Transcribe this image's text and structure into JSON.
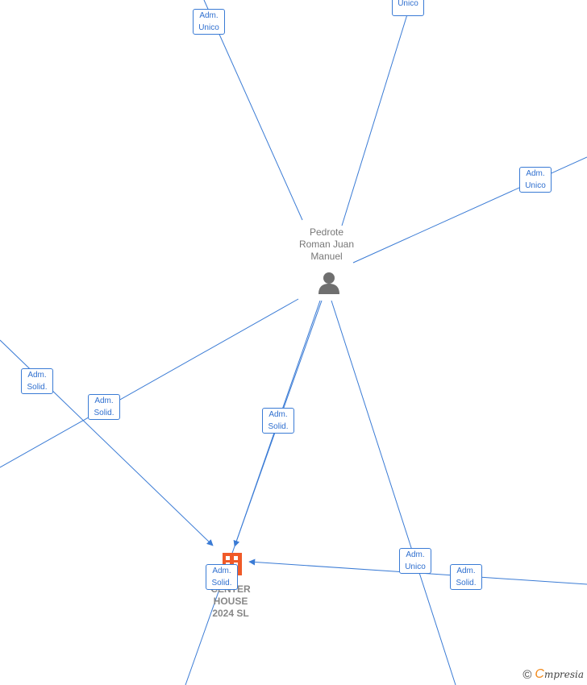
{
  "nodes": {
    "person": {
      "lines": [
        "Pedrote",
        "Roman Juan",
        "Manuel"
      ],
      "icon": "person-icon"
    },
    "company": {
      "lines": [
        "CENTER",
        "HOUSE",
        "2024  SL"
      ],
      "icon": "building-icon"
    }
  },
  "badges": [
    {
      "id": "b1",
      "line1": "Adm.",
      "line2": "Unico"
    },
    {
      "id": "b2",
      "line1": "",
      "line2": "Unico"
    },
    {
      "id": "b3",
      "line1": "Adm.",
      "line2": "Unico"
    },
    {
      "id": "b4",
      "line1": "Adm.",
      "line2": "Solid."
    },
    {
      "id": "b5",
      "line1": "Adm.",
      "line2": "Solid."
    },
    {
      "id": "b6",
      "line1": "Adm.",
      "line2": "Solid."
    },
    {
      "id": "b7",
      "line1": "Adm.",
      "line2": "Solid."
    },
    {
      "id": "b8",
      "line1": "Adm.",
      "line2": "Unico"
    },
    {
      "id": "b9",
      "line1": "Adm.",
      "line2": "Solid."
    }
  ],
  "brand": {
    "copyright": "©",
    "initial": "C",
    "name": "mpresia"
  },
  "colors": {
    "edge": "#3a7bd5",
    "badge_text": "#2f6fcf",
    "company_icon": "#f05a28",
    "person_icon": "#6f6f6f"
  }
}
